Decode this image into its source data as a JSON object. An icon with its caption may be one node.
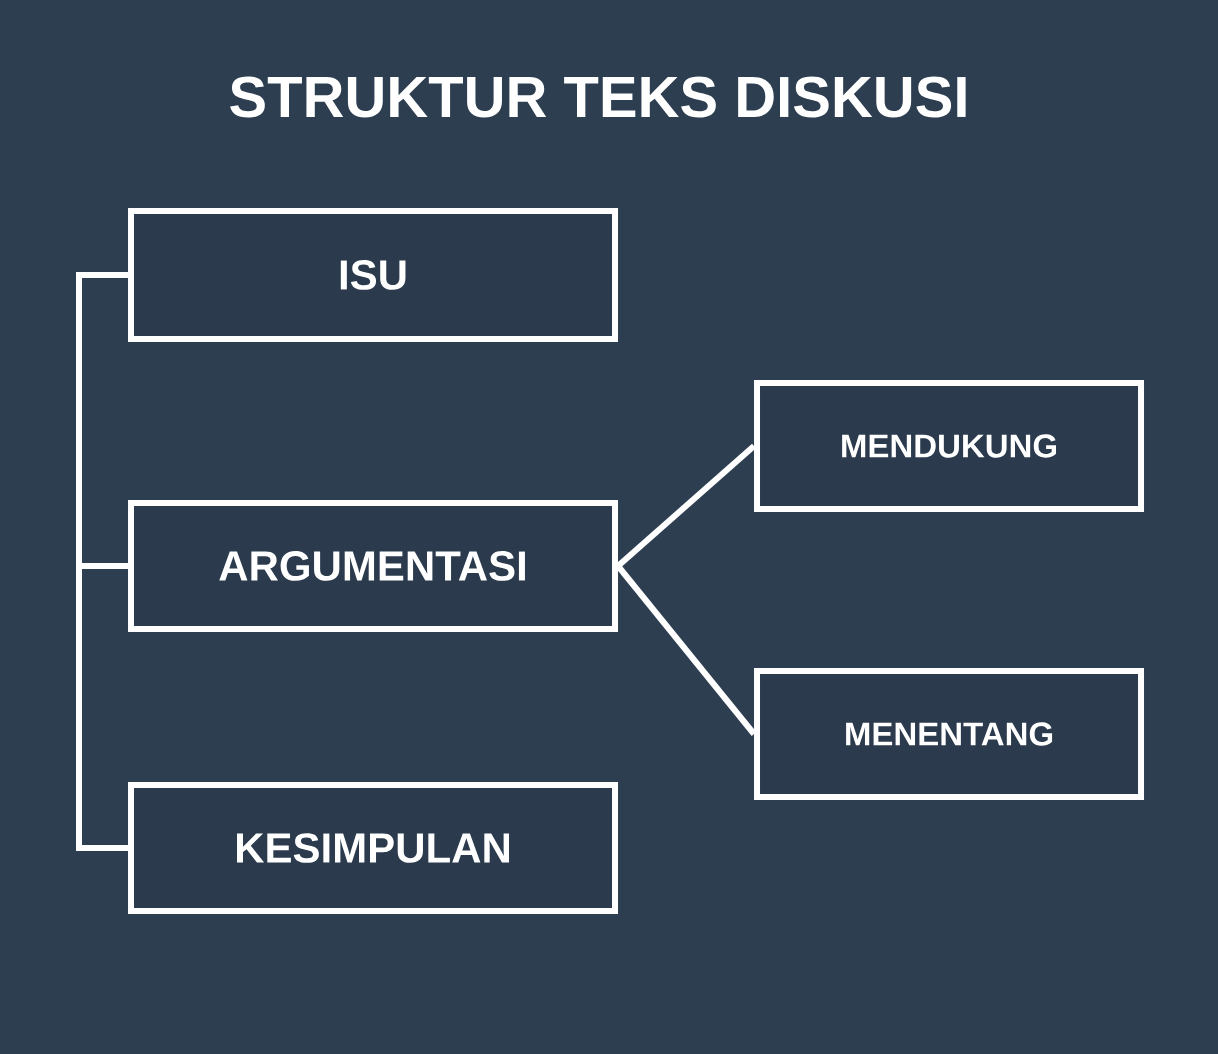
{
  "diagram": {
    "title": "STRUKTUR TEKS DISKUSI",
    "nodes": [
      {
        "text": [
          "ISU"
        ]
      },
      {
        "text": [
          "ARGUMENTASI"
        ]
      },
      {
        "text": [
          "KESIMPULAN"
        ]
      },
      {
        "text": [
          "MENDUKUNG"
        ]
      },
      {
        "text": [
          "MENENTANG"
        ]
      }
    ],
    "edges": [
      {
        "from": 0,
        "to": 1,
        "arrow": "none"
      },
      {
        "from": 1,
        "to": 2,
        "arrow": "none"
      },
      {
        "from": 1,
        "to": 3,
        "arrow": "none"
      },
      {
        "from": 1,
        "to": 4,
        "arrow": "none"
      }
    ]
  }
}
